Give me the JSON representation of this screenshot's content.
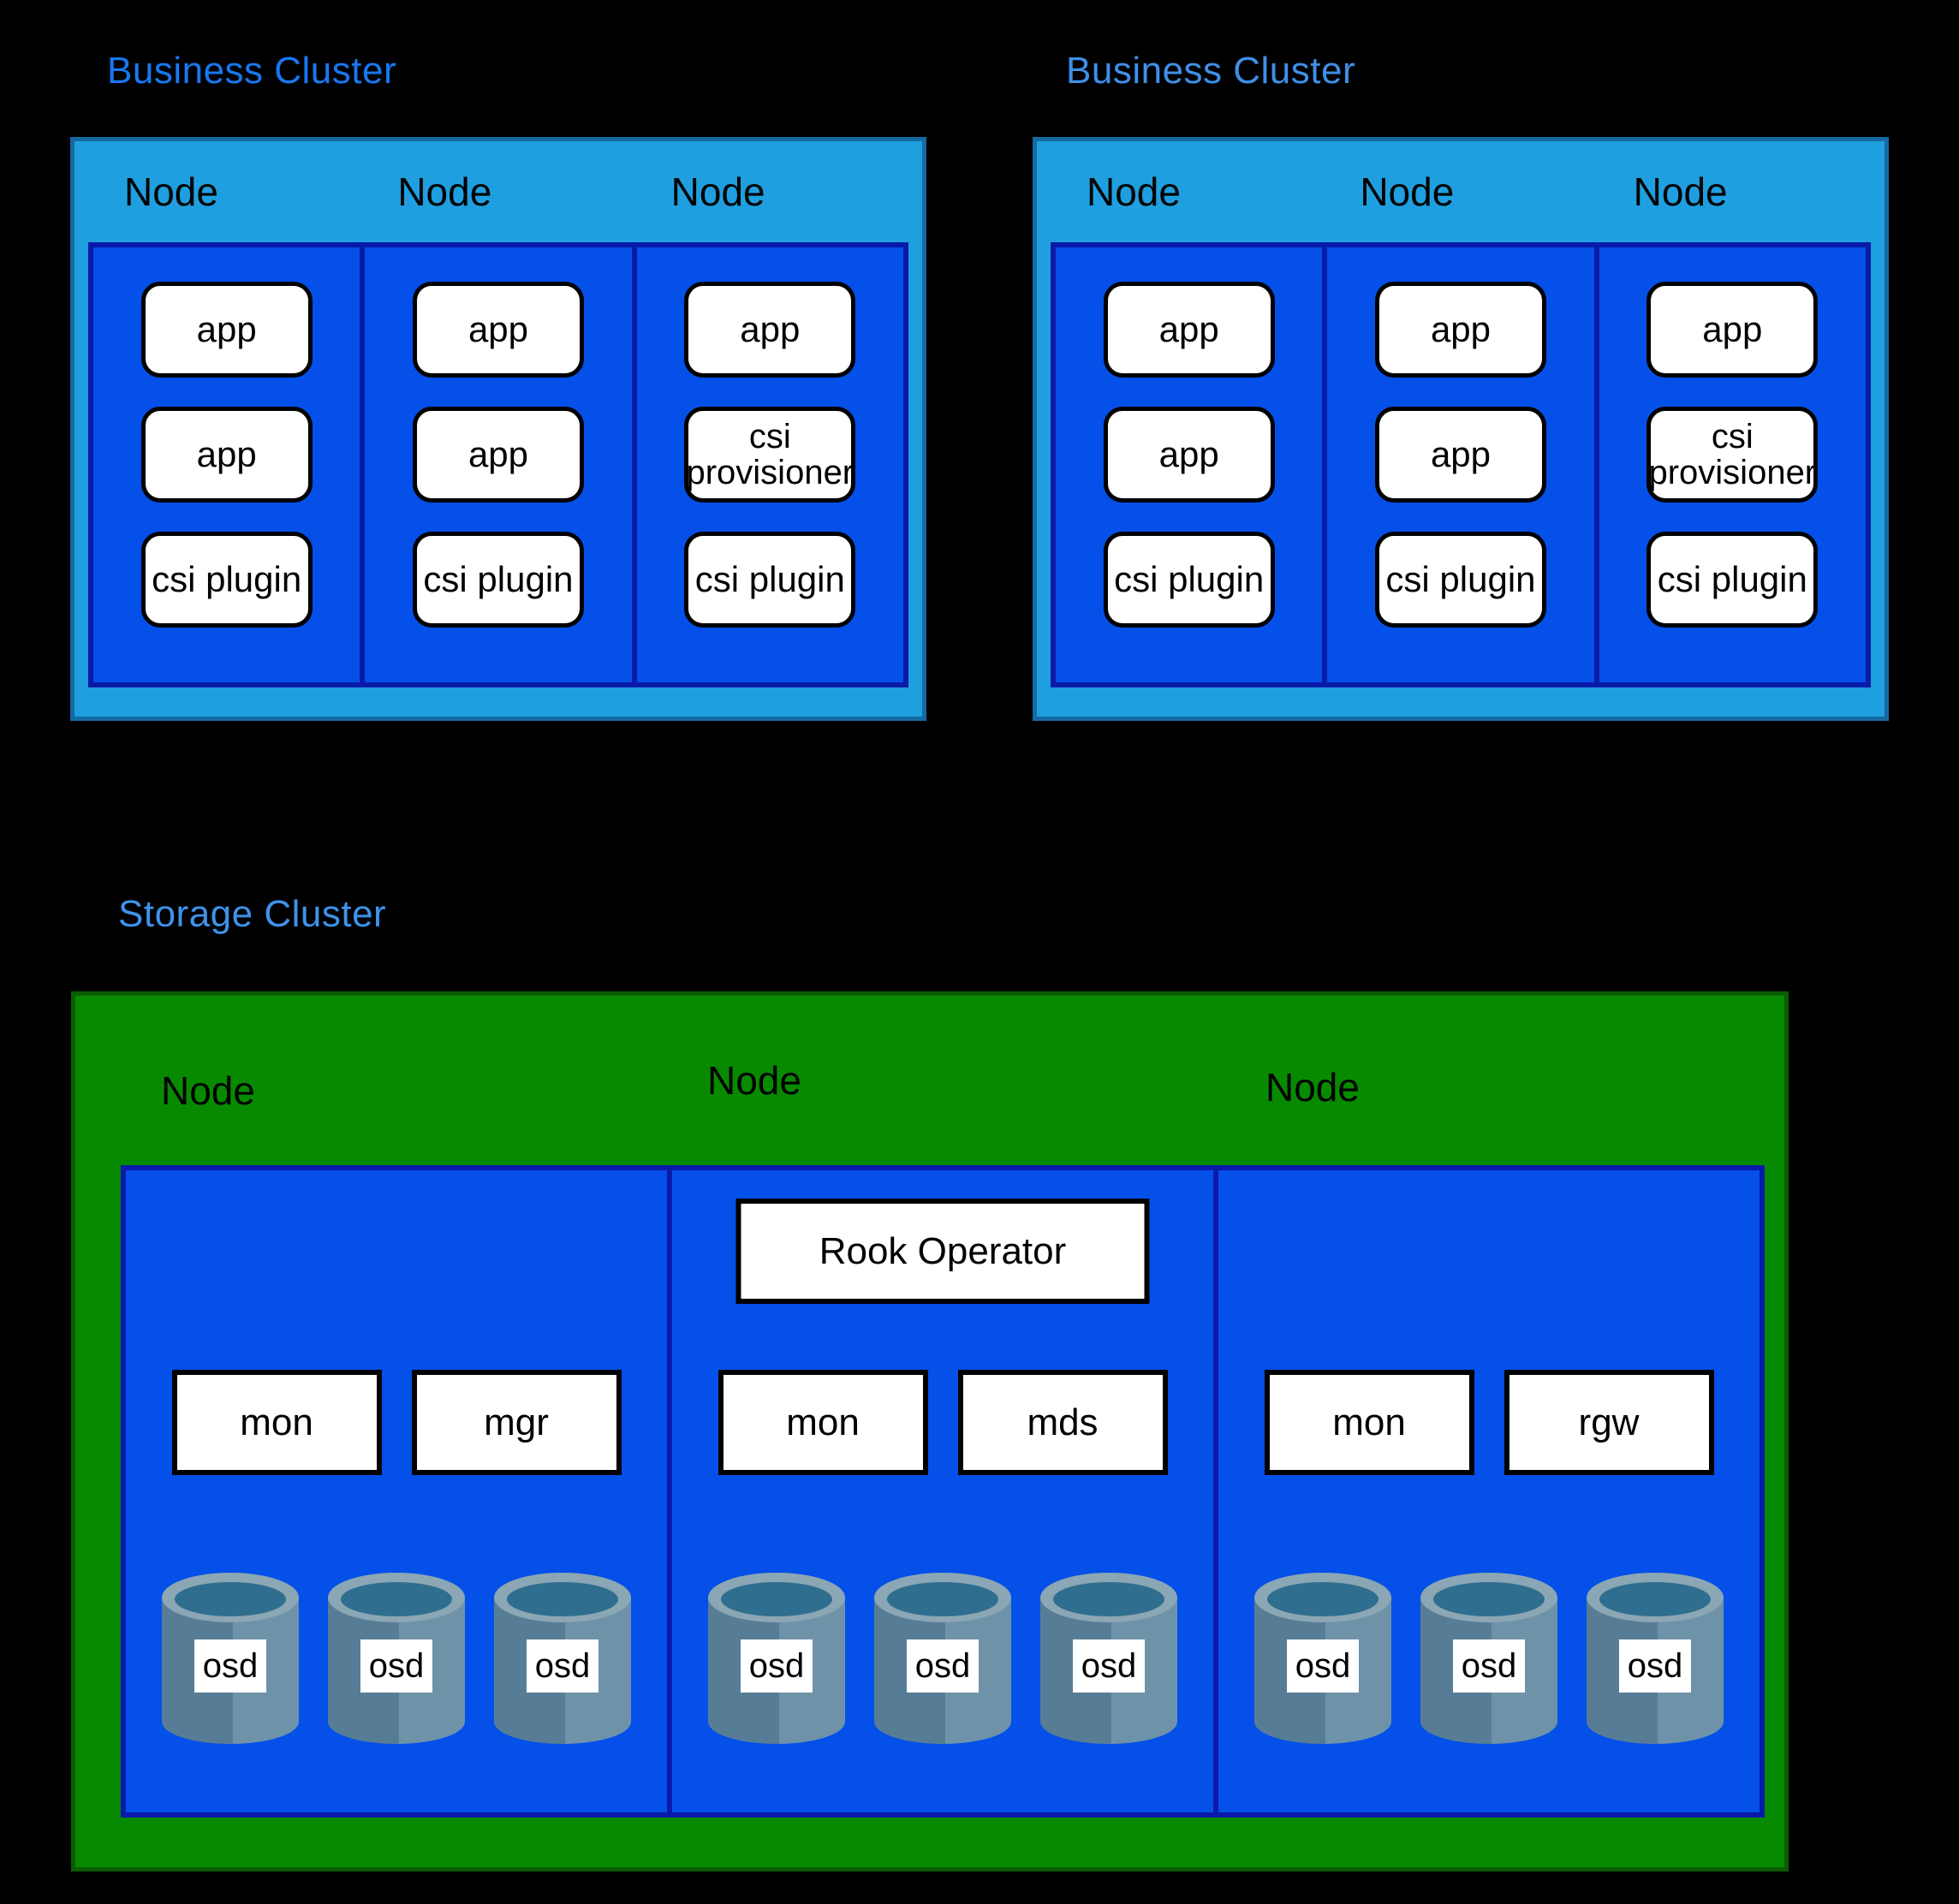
{
  "business_clusters": [
    {
      "title": "Business Cluster",
      "title_color": "#1778F2",
      "nodes": [
        {
          "label": "Node",
          "pods": [
            "app",
            "app",
            "csi plugin"
          ]
        },
        {
          "label": "Node",
          "pods": [
            "app",
            "app",
            "csi plugin"
          ]
        },
        {
          "label": "Node",
          "pods": [
            "app",
            "csi provisioner",
            "csi plugin"
          ]
        }
      ]
    },
    {
      "title": "Business Cluster",
      "title_color": "#3F8FE8",
      "nodes": [
        {
          "label": "Node",
          "pods": [
            "app",
            "app",
            "csi plugin"
          ]
        },
        {
          "label": "Node",
          "pods": [
            "app",
            "app",
            "csi plugin"
          ]
        },
        {
          "label": "Node",
          "pods": [
            "app",
            "csi provisioner",
            "csi plugin"
          ]
        }
      ]
    }
  ],
  "storage_cluster": {
    "title": "Storage Cluster",
    "title_color": "#3E93E9",
    "operator_label": "Rook Operator",
    "nodes": [
      {
        "label": "Node",
        "services": [
          "mon",
          "mgr"
        ],
        "osds": [
          "osd",
          "osd",
          "osd"
        ]
      },
      {
        "label": "Node",
        "services": [
          "mon",
          "mds"
        ],
        "osds": [
          "osd",
          "osd",
          "osd"
        ]
      },
      {
        "label": "Node",
        "services": [
          "mon",
          "rgw"
        ],
        "osds": [
          "osd",
          "osd",
          "osd"
        ]
      }
    ]
  },
  "colors": {
    "background": "#000000",
    "business_outer_fill": "#1F9FDF",
    "business_outer_border": "#166AA3",
    "node_panel_fill": "#0450E8",
    "node_panel_border": "#0A1AA8",
    "pod_fill": "#FFFFFF",
    "pod_border": "#000000",
    "storage_outer_fill": "#088A00",
    "storage_outer_border": "#0A5E00",
    "cylinder_rim": "#8BA6B4",
    "cylinder_hole": "#2F6E8E",
    "cylinder_body_dark": "#577D96",
    "cylinder_body_light": "#6E93A9"
  }
}
